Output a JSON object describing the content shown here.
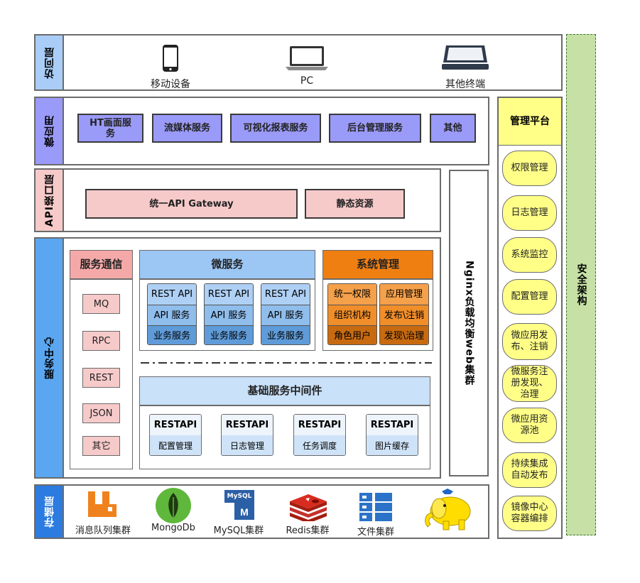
{
  "layers": {
    "access": "访问层",
    "micro_app": "微应用",
    "api": "API接口层",
    "service": "服务中心",
    "storage": "存储层"
  },
  "access_devices": [
    {
      "label": "移动设备",
      "icon": "mobile-phone-icon"
    },
    {
      "label": "PC",
      "icon": "laptop-icon"
    },
    {
      "label": "其他终端",
      "icon": "terminal-icon"
    }
  ],
  "micro_apps": [
    "HT画面服务",
    "流媒体服务",
    "可视化报表服务",
    "后台管理服务",
    "其他"
  ],
  "api_items": [
    "统一API Gateway",
    "静态资源"
  ],
  "nginx": "Nginx负载均衡web集群",
  "service_comm": {
    "title": "服务通信",
    "items": [
      "MQ",
      "RPC",
      "REST",
      "JSON",
      "其它"
    ]
  },
  "microservice": {
    "title": "微服务",
    "rows": [
      "REST API",
      "API 服务",
      "业务服务"
    ]
  },
  "sys_mgmt": {
    "title": "系统管理",
    "left": [
      "统一权限",
      "组织机构",
      "角色用户"
    ],
    "right": [
      "应用管理",
      "发布\\注销",
      "发现\\治理"
    ]
  },
  "middleware": {
    "title": "基础服务中间件",
    "items": [
      {
        "api": "RESTAPI",
        "name": "配置管理"
      },
      {
        "api": "RESTAPI",
        "name": "日志管理"
      },
      {
        "api": "RESTAPI",
        "name": "任务调度"
      },
      {
        "api": "RESTAPI",
        "name": "图片缓存"
      }
    ]
  },
  "storage_items": [
    {
      "label": "消息队列集群",
      "icon": "message-queue-icon"
    },
    {
      "label": "MongoDb",
      "icon": "mongodb-leaf-icon"
    },
    {
      "label": "MySQL集群",
      "icon": "mysql-icon",
      "badge": "MySQL"
    },
    {
      "label": "Redis集群",
      "icon": "redis-icon"
    },
    {
      "label": "文件集群",
      "icon": "file-cluster-icon"
    },
    {
      "label": "",
      "icon": "hadoop-elephant-icon"
    }
  ],
  "mgmt_platform": {
    "title": "管理平台",
    "items": [
      "权限管理",
      "日志管理",
      "系统监控",
      "配置管理",
      "微应用发布、注销",
      "微服务注册发现、治理",
      "微应用资源池",
      "持续集成自动发布",
      "镜像中心容器编排"
    ]
  },
  "security": "安全架构",
  "colors": {
    "layer_blue": "#a9cdf6",
    "layer_purple": "#9a9af8",
    "layer_pink": "#f7caca",
    "layer_service": "#5aa6f0",
    "layer_storage": "#2c7be0",
    "security_green": "#c6e0a6",
    "yellow": "#ffff88"
  }
}
